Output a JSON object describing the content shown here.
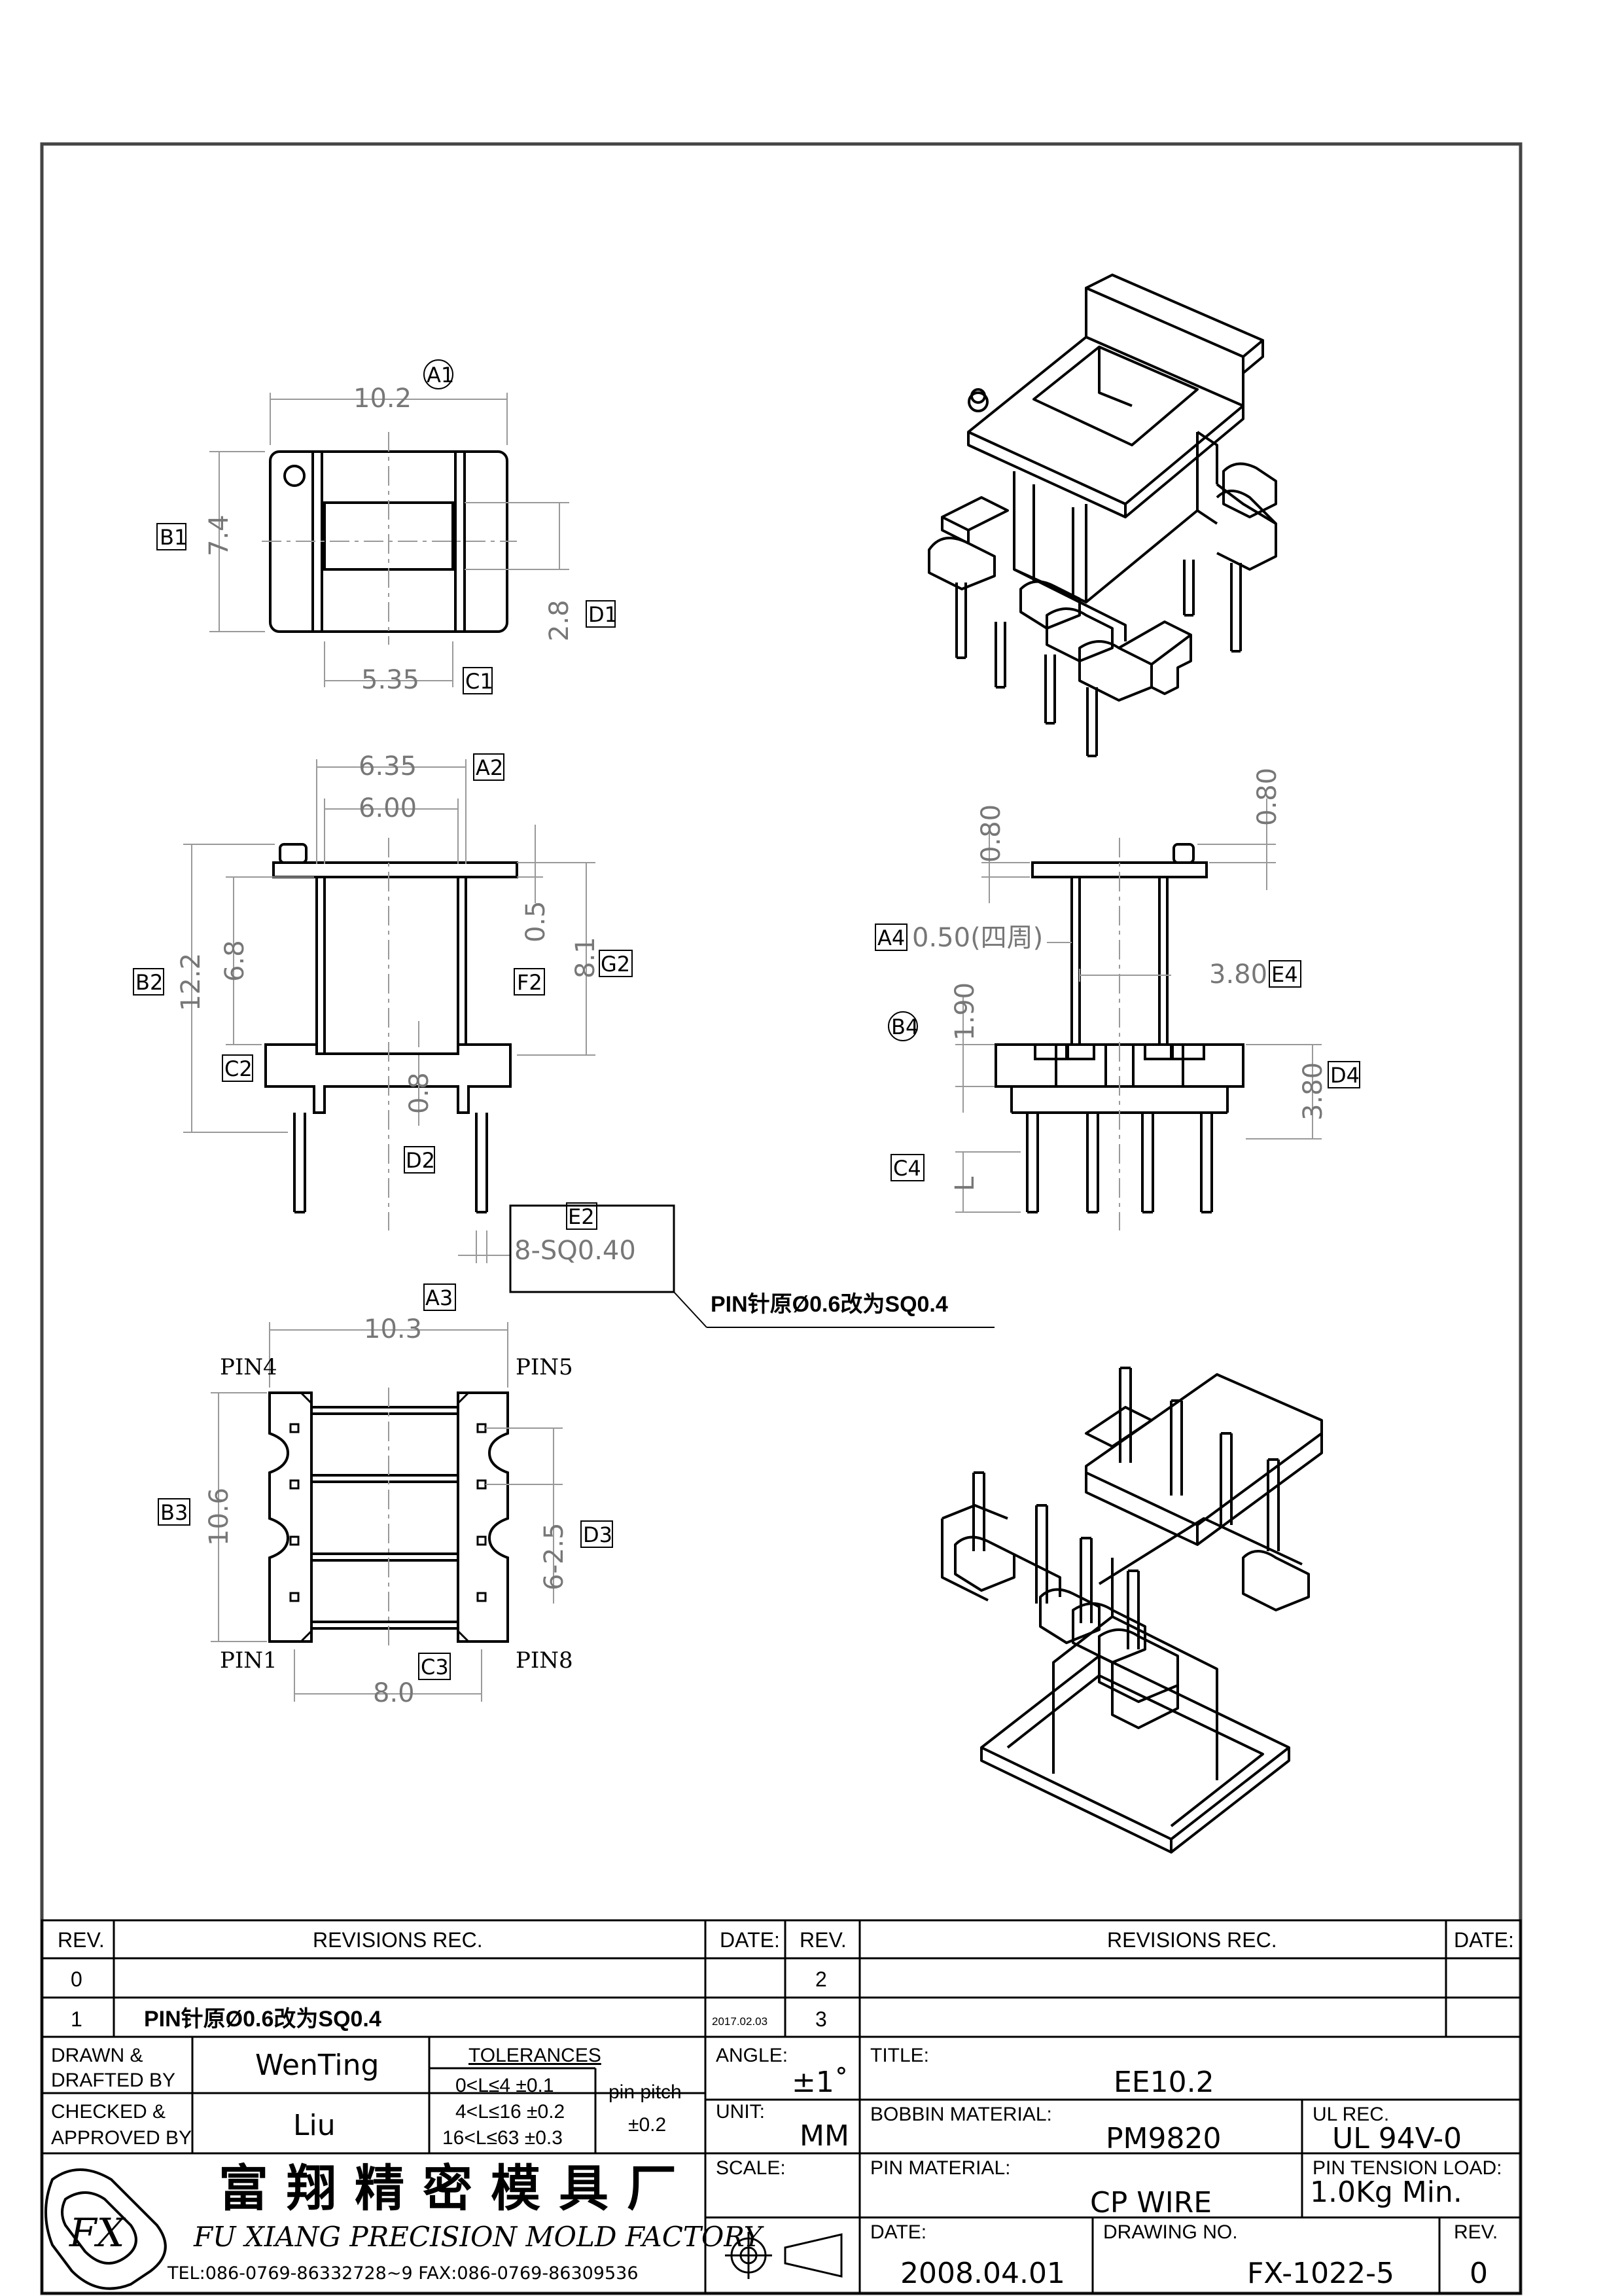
{
  "views": {
    "top": {
      "dim_width": "10.2",
      "dim_height": "7.4",
      "dim_slot": "2.8",
      "dim_core": "5.35",
      "label_a": "A1",
      "label_b": "B1",
      "label_c": "C1",
      "label_d": "D1"
    },
    "front": {
      "dim_outer": "6.35",
      "dim_inner": "6.00",
      "dim_total": "12.2",
      "dim_body": "6.8",
      "dim_flange": "0.5",
      "dim_height": "8.1",
      "dim_base": "0.8",
      "label_a": "A2",
      "label_b": "B2",
      "label_c": "C2",
      "label_d": "D2",
      "label_f": "F2",
      "label_g": "G2"
    },
    "pin_note": {
      "label": "E2",
      "value": "8-SQ0.40"
    },
    "side": {
      "dim_top_left": "0.80",
      "dim_top_right": "0.80",
      "dim_wall": "0.50(四周)",
      "dim_core": "3.80",
      "dim_step": "1.90",
      "dim_base": "3.80",
      "dim_pin": "L",
      "label_a": "A4",
      "label_b": "B4",
      "label_c": "C4",
      "label_d": "D4",
      "label_e": "E4"
    },
    "bottom": {
      "dim_width": "10.3",
      "dim_height": "10.6",
      "dim_pitch": "6-2.5",
      "dim_row": "8.0",
      "label_a": "A3",
      "label_b": "B3",
      "label_c": "C3",
      "label_d": "D3",
      "pin1": "PIN1",
      "pin4": "PIN4",
      "pin5": "PIN5",
      "pin8": "PIN8"
    },
    "change_callout": "PIN针原Ø0.6改为SQ0.4"
  },
  "revisions": {
    "header_rev": "REV.",
    "header_rec": "REVISIONS   REC.",
    "header_date": "DATE:",
    "rows_left": [
      {
        "rev": "0",
        "rec": "",
        "date": ""
      },
      {
        "rev": "1",
        "rec": "PIN针原Ø0.6改为SQ0.4",
        "date": "2017.02.03"
      }
    ],
    "rows_right": [
      {
        "rev": "2",
        "rec": "",
        "date": ""
      },
      {
        "rev": "3",
        "rec": "",
        "date": ""
      }
    ]
  },
  "titleblock": {
    "drawn_label_1": "DRAWN  &",
    "drawn_label_2": "DRAFTED  BY",
    "drawn_value": "WenTing",
    "checked_label_1": "CHECKED  &",
    "checked_label_2": "APPROVED  BY",
    "checked_value": "Liu",
    "tolerances_label": "TOLERANCES",
    "tol_1": "0<L≤4    ±0.1",
    "tol_2": "4<L≤16  ±0.2",
    "tol_3": "16<L≤63  ±0.3",
    "pin_pitch_label": "pin  pitch",
    "pin_pitch_value": "±0.2",
    "angle_label": "ANGLE:",
    "angle_value": "±1˚",
    "unit_label": "UNIT:",
    "unit_value": "MM",
    "scale_label": "SCALE:",
    "title_label": "TITLE:",
    "title_value": "EE10.2",
    "bobbin_label": "BOBBIN  MATERIAL:",
    "bobbin_value": "PM9820",
    "ul_label": "UL  REC.",
    "ul_value": "UL  94V-0",
    "pin_material_label": "PIN  MATERIAL:",
    "pin_material_value": "CP  WIRE",
    "pin_tension_label": "PIN  TENSION  LOAD:",
    "pin_tension_value": "1.0Kg  Min.",
    "date_label": "DATE:",
    "date_value": "2008.04.01",
    "drawing_no_label": "DRAWING  NO.",
    "drawing_no_value": "FX-1022-5",
    "rev_label": "REV.",
    "rev_value": "0",
    "company_cn": "富翔精密模具厂",
    "company_en": "FU  XIANG  PRECISION  MOLD  FACTORY",
    "company_tel": "TEL:086-0769-86332728~9    FAX:086-0769-86309536"
  }
}
